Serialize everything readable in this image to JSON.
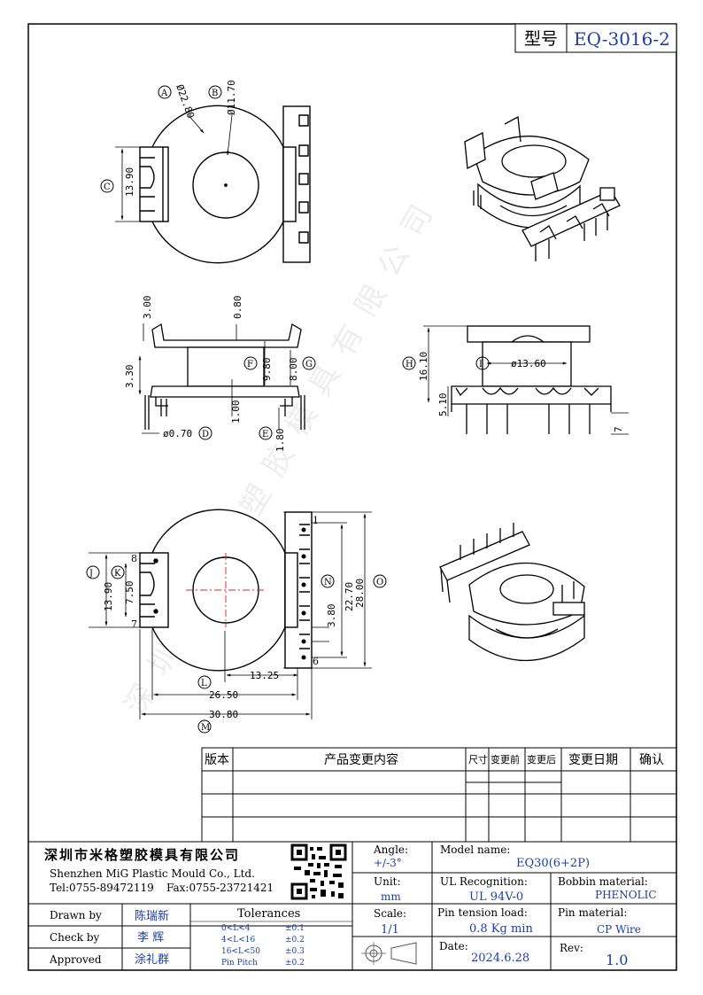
{
  "model_box": {
    "label": "型号",
    "value": "EQ-3016-2"
  },
  "dims": {
    "A": "Ø22.80",
    "B": "Ø11.70",
    "C": "13.90",
    "top_h": "3.00",
    "flange_t": "0.80",
    "mid": "3.30",
    "F": "9.80",
    "G": "8.00",
    "bot": "1.00",
    "D": "ø0.70",
    "E": "1.80",
    "H": "16.10",
    "I": "ø13.60",
    "base": "5.10",
    "pin": "7",
    "J": "13.90",
    "K": "7.50",
    "pitch": "3.80",
    "N": "22.70",
    "O": "28.00",
    "L1": "13.25",
    "L": "26.50",
    "M": "30.80"
  },
  "circle_labels": [
    "A",
    "B",
    "C",
    "D",
    "E",
    "F",
    "G",
    "H",
    "I",
    "J",
    "K",
    "L",
    "M",
    "N",
    "O"
  ],
  "pin_labels": [
    "1",
    "6",
    "7",
    "8"
  ],
  "watermark": "深圳市米格塑胶模具有限公司",
  "rev_table": {
    "headers": [
      "版本",
      "产品变更内容",
      "尺寸",
      "变更前",
      "变更后",
      "变更日期",
      "确认"
    ]
  },
  "company": {
    "name_cn": "深圳市米格塑胶模具有限公司",
    "name_en": "Shenzhen MiG Plastic Mould Co., Ltd.",
    "tel": "Tel:0755-89472119",
    "fax": "Fax:0755-23721421"
  },
  "title_block": {
    "angle_label": "Angle:",
    "angle_value": "+/-3°",
    "unit_label": "Unit:",
    "unit_value": "mm",
    "scale_label": "Scale:",
    "scale_value": "1/1",
    "model_label": "Model name:",
    "model_value": "EQ30(6+2P)",
    "ul_label": "UL Recognition:",
    "ul_value": "UL 94V-0",
    "bobbin_label": "Bobbin material:",
    "bobbin_value": "PHENOLIC",
    "tension_label": "Pin tension load:",
    "tension_value": "0.8 Kg min",
    "pinmat_label": "Pin material:",
    "pinmat_value": "CP Wire",
    "date_label": "Date:",
    "date_value": "2024.6.28",
    "rev_label": "Rev:",
    "rev_value": "1.0",
    "drawn_label": "Drawn by",
    "drawn_value": "陈瑞新",
    "check_label": "Check by",
    "check_value": "李 辉",
    "approved_label": "Approved",
    "approved_value": "涂礼群",
    "tol_title": "Tolerances",
    "tol": [
      {
        "range": "0<L<4",
        "value": "±0.1"
      },
      {
        "range": "4<L<16",
        "value": "±0.2"
      },
      {
        "range": "16<L<50",
        "value": "±0.3"
      },
      {
        "range": "Pin Pitch",
        "value": "±0.2"
      }
    ]
  }
}
